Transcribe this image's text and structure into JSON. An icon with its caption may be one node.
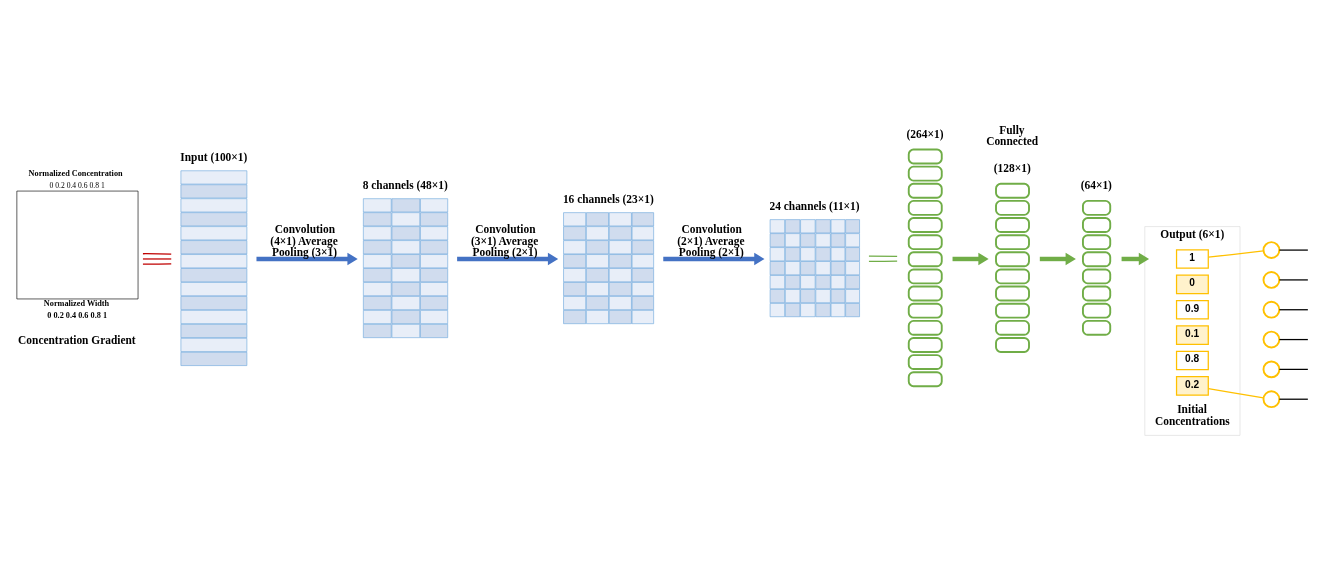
{
  "diagram": {
    "nodes": [
      {
        "text": [
          "Normalized Concentration",
          "0 0.2 0.4 0.6 0.8 1",
          "Normalized Width",
          "0 0.2 0.4 0.6 0.8 1"
        ],
        "beside": [
          "Concentration Gradient"
        ]
      },
      {
        "text": [
          "Input (100×1)"
        ]
      },
      {
        "text": [
          "8 channels (48×1)"
        ]
      },
      {
        "text": [
          "16 channels (23×1)"
        ]
      },
      {
        "text": [
          "24 channels (11×1)"
        ]
      },
      {
        "text": [
          "(264×1)"
        ]
      },
      {
        "text": [
          "(128×1)"
        ]
      },
      {
        "text": [
          "(64×1)"
        ]
      },
      {
        "text": [
          "Output (6×1)"
        ],
        "beside": [
          "Initial Concentrations"
        ]
      },
      {
        "text": [
          "1"
        ],
        "in": 8
      },
      {
        "text": [
          "0"
        ],
        "in": 8
      },
      {
        "text": [
          "0.9"
        ],
        "in": 8
      },
      {
        "text": [
          "0.1"
        ],
        "in": 8
      },
      {
        "text": [
          "0.8"
        ],
        "in": 8
      },
      {
        "text": [
          "0.2"
        ],
        "in": 8
      },
      {
        "text": [],
        "shape": "circle"
      },
      {
        "text": [],
        "shape": "circle"
      },
      {
        "text": [],
        "shape": "circle"
      },
      {
        "text": [],
        "shape": "circle"
      },
      {
        "text": [],
        "shape": "circle"
      },
      {
        "text": [],
        "shape": "circle"
      }
    ],
    "edges": [
      {
        "from": 0,
        "to": 1,
        "arrow": "none",
        "color": "#c00000"
      },
      {
        "from": 0,
        "to": 1,
        "arrow": "none",
        "color": "#c00000"
      },
      {
        "from": 0,
        "to": 1,
        "arrow": "none",
        "color": "#c00000"
      },
      {
        "from": 1,
        "to": 2,
        "arrow": "to",
        "style": "thick",
        "color": "#4472c4",
        "label": "Convolution (4×1) Average Pooling (3×1)"
      },
      {
        "from": 2,
        "to": 3,
        "arrow": "to",
        "style": "thick",
        "color": "#4472c4",
        "label": "Convolution (3×1) Average Pooling (2×1)"
      },
      {
        "from": 3,
        "to": 4,
        "arrow": "to",
        "style": "thick",
        "color": "#4472c4",
        "label": "Convolution (2×1) Average Pooling (2×1)"
      },
      {
        "from": 4,
        "to": 5,
        "arrow": "none",
        "color": "#70ad47"
      },
      {
        "from": 4,
        "to": 5,
        "arrow": "none",
        "color": "#70ad47"
      },
      {
        "from": 5,
        "to": 6,
        "arrow": "to",
        "style": "thick",
        "color": "#70ad47"
      },
      {
        "from": 6,
        "to": 7,
        "arrow": "to",
        "style": "thick",
        "color": "#70ad47"
      },
      {
        "from": 7,
        "to": 8,
        "arrow": "to",
        "style": "thick",
        "color": "#70ad47"
      },
      {
        "from": 9,
        "to": 15,
        "arrow": "none",
        "color": "#ffc000"
      },
      {
        "from": 14,
        "to": 20,
        "arrow": "none",
        "color": "#ffc000"
      },
      {
        "from": 15,
        "to": null,
        "arrow": "none"
      },
      {
        "from": 16,
        "to": null,
        "arrow": "none"
      },
      {
        "from": 17,
        "to": null,
        "arrow": "none"
      },
      {
        "from": 18,
        "to": null,
        "arrow": "none"
      },
      {
        "from": 19,
        "to": null,
        "arrow": "none"
      },
      {
        "from": 20,
        "to": null,
        "arrow": "none"
      }
    ],
    "labels": [
      "Fully Connected"
    ]
  }
}
